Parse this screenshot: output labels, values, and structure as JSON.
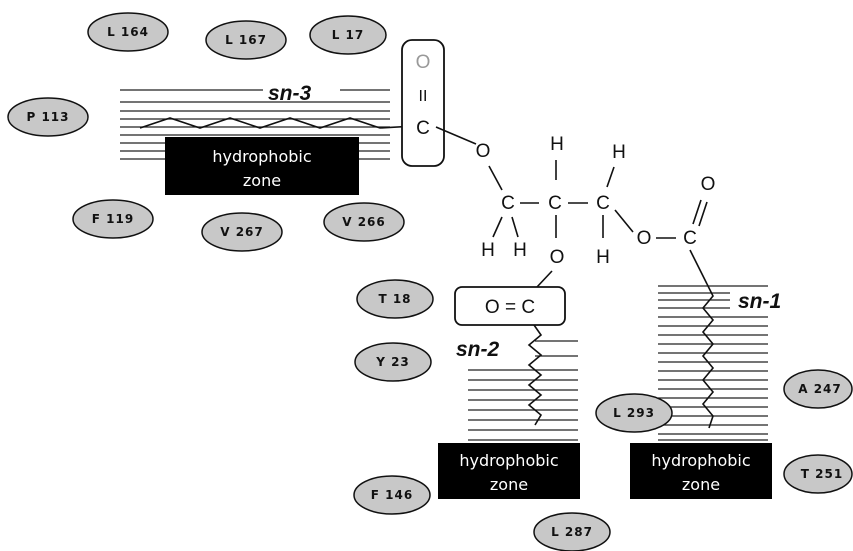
{
  "colors": {
    "residue_fill": "#c8c8c8",
    "zone_fill": "#000000",
    "ink": "#111111"
  },
  "residues": {
    "l164": "L 164",
    "l167": "L 167",
    "l17": "L 17",
    "p113": "P 113",
    "f119": "F 119",
    "v267": "V 267",
    "v266": "V 266",
    "t18": "T 18",
    "y23": "Y 23",
    "f146": "F 146",
    "l287": "L 287",
    "l293": "L 293",
    "a247": "A 247",
    "t251": "T 251"
  },
  "chains": {
    "sn3": "sn-3",
    "sn2": "sn-2",
    "sn1": "sn-1"
  },
  "zones": {
    "sn3": [
      "hydrophobic",
      "zone"
    ],
    "sn2": [
      "hydrophobic",
      "zone"
    ],
    "sn1": [
      "hydrophobic",
      "zone"
    ]
  },
  "atoms": {
    "o_carbonyl3": "O",
    "dbl3": "II",
    "c_carbonyl3": "C",
    "o_ester3": "O",
    "c_left": "C",
    "c_mid": "C",
    "c_right": "C",
    "h_mid_top": "H",
    "h_right_top": "H",
    "h_left_1": "H",
    "h_left_2": "H",
    "h_right_bottom": "H",
    "o_ester2": "O",
    "o_ester1": "O",
    "c_carbonyl1": "C",
    "o_carbonyl1": "O",
    "carbonyl2": "O = C"
  }
}
